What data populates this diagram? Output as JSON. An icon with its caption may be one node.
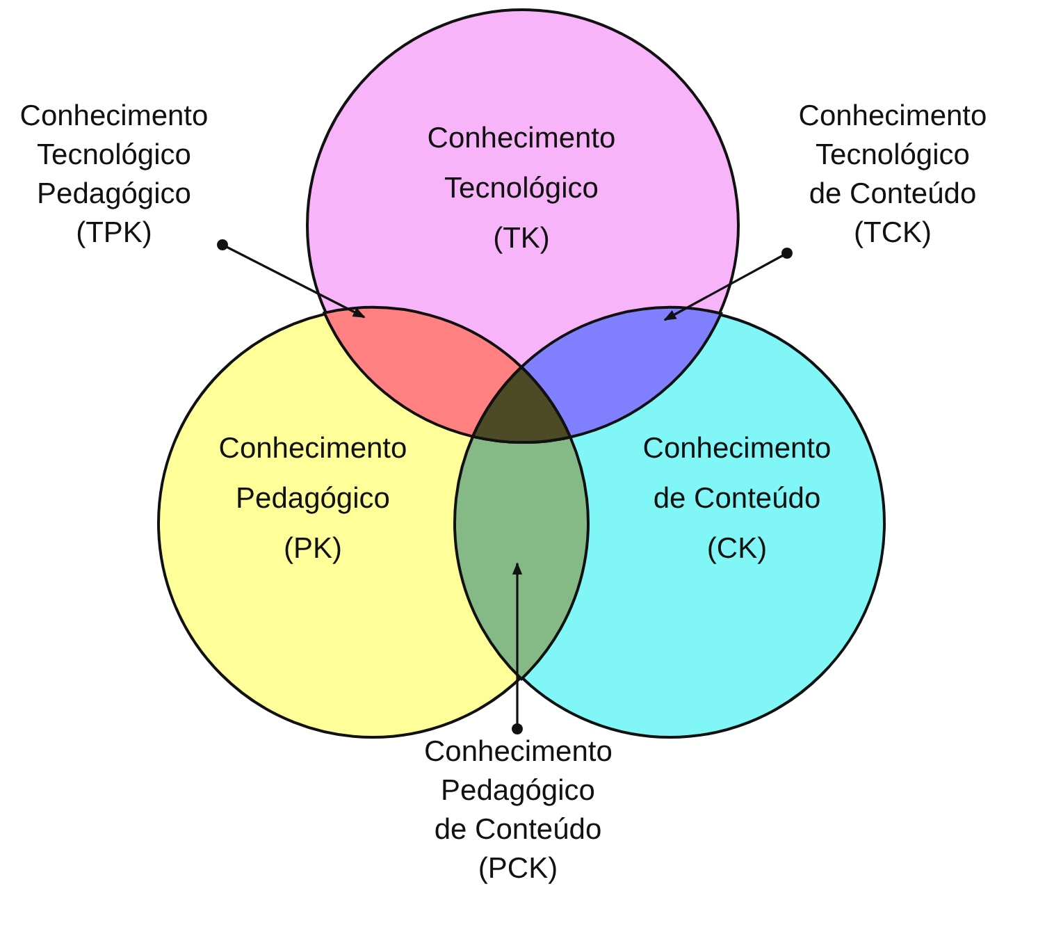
{
  "diagram": {
    "nodes": [
      {
        "text": [
          "Conhecimento Tecnológico Pedagógico (TPK)"
        ]
      },
      {
        "text": [
          "Conhecimento Tecnológico (TK)"
        ]
      },
      {
        "text": [
          "Conhecimento Tecnológico de Conteúdo (TCK)"
        ]
      },
      {
        "text": [],
        "shape": "lens"
      },
      {
        "text": [],
        "shape": "lens"
      },
      {
        "text": [
          "Conhecimento Pedagógico (PK)"
        ]
      },
      {
        "text": [
          "Conhecimento de Conteúdo (CK)"
        ]
      },
      {
        "text": [],
        "shape": "lens"
      },
      {
        "text": [
          "Conhecimento Pedagógico de Conteúdo (PCK)"
        ]
      }
    ],
    "edges": [
      {
        "from": 0,
        "to": 3,
        "arrow": "to"
      },
      {
        "from": 2,
        "to": 4,
        "arrow": "to"
      },
      {
        "from": 8,
        "to": 7,
        "arrow": "to"
      }
    ]
  }
}
